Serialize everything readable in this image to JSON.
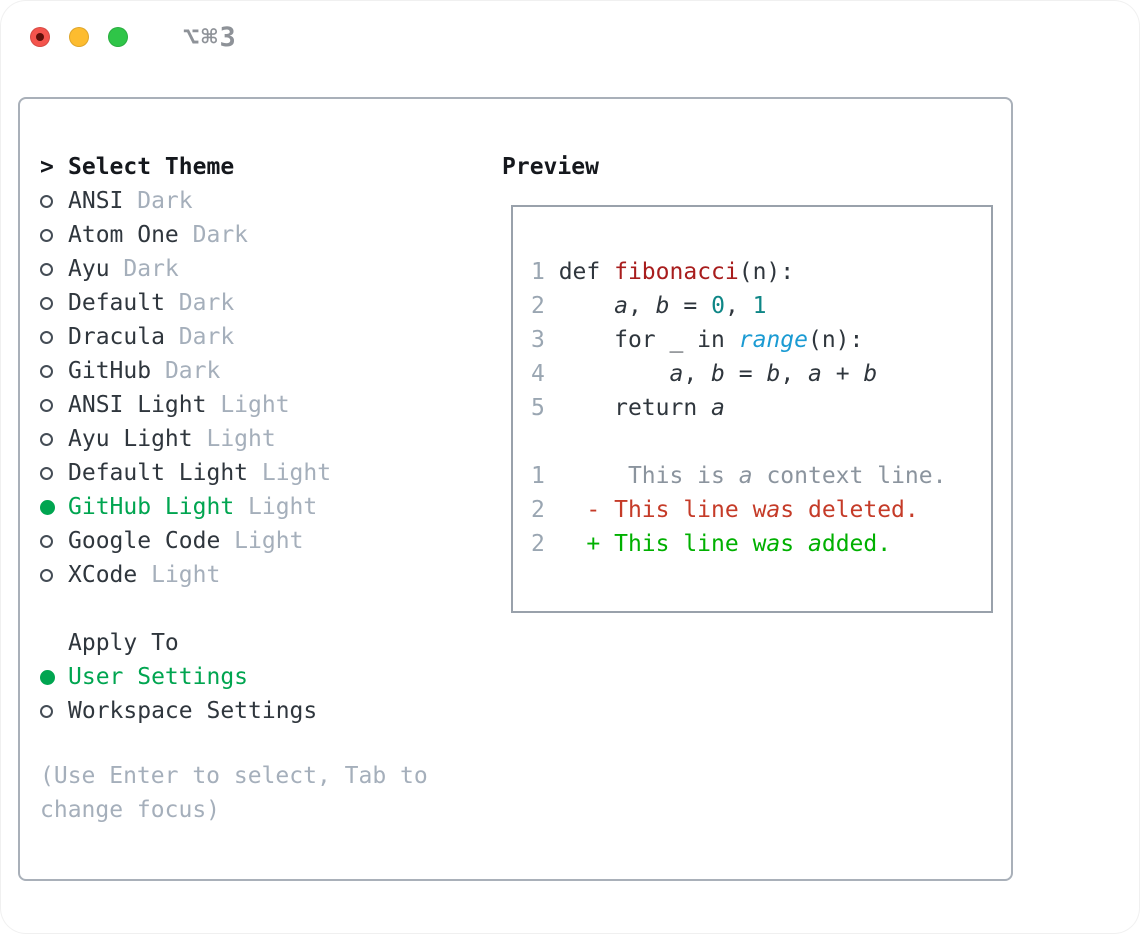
{
  "window": {
    "shortcut": "⌥⌘3"
  },
  "traffic_lights": {
    "close_color": "#f4544d",
    "minimize_color": "#fdbc2f",
    "zoom_color": "#2fc548"
  },
  "colors": {
    "green_selected": "#00a550",
    "text_dark": "#2f363d",
    "text_muted": "#a5afbb",
    "panel_border": "#a9b0b9",
    "preview_border": "#99a1ab"
  },
  "segment_colors": {
    "lnum": "#9aa6b2",
    "code": "#2f363d",
    "func": "#a81d1d",
    "num": "#0e8686",
    "builtin": "#1b9bd3",
    "ctx": "#8b949e",
    "del": "#c53b28",
    "add": "#00b000"
  },
  "theme_panel": {
    "header": {
      "marker": ">",
      "label": "Select Theme"
    },
    "themes": [
      {
        "name": "ANSI",
        "tag": "Dark",
        "selected": false
      },
      {
        "name": "Atom One",
        "tag": "Dark",
        "selected": false
      },
      {
        "name": "Ayu",
        "tag": "Dark",
        "selected": false
      },
      {
        "name": "Default",
        "tag": "Dark",
        "selected": false
      },
      {
        "name": "Dracula",
        "tag": "Dark",
        "selected": false
      },
      {
        "name": "GitHub",
        "tag": "Dark",
        "selected": false
      },
      {
        "name": "ANSI Light",
        "tag": "Light",
        "selected": false
      },
      {
        "name": "Ayu Light",
        "tag": "Light",
        "selected": false
      },
      {
        "name": "Default Light",
        "tag": "Light",
        "selected": false
      },
      {
        "name": "GitHub Light",
        "tag": "Light",
        "selected": true
      },
      {
        "name": "Google Code",
        "tag": "Light",
        "selected": false
      },
      {
        "name": "XCode",
        "tag": "Light",
        "selected": false
      }
    ],
    "apply_to": {
      "label": "Apply To",
      "options": [
        {
          "label": "User Settings",
          "selected": true
        },
        {
          "label": "Workspace Settings",
          "selected": false
        }
      ]
    },
    "help_lines": [
      "(Use Enter to select, Tab to",
      "change focus)"
    ]
  },
  "preview": {
    "title": "Preview",
    "lines": [
      [
        {
          "t": "1",
          "c": "lnum"
        },
        {
          "t": " def ",
          "c": "code"
        },
        {
          "t": "fibonacci",
          "c": "func"
        },
        {
          "t": "(n):",
          "c": "code"
        }
      ],
      [
        {
          "t": "2",
          "c": "lnum"
        },
        {
          "t": "     ",
          "c": "code"
        },
        {
          "t": "a",
          "c": "code",
          "i": 1
        },
        {
          "t": ", ",
          "c": "code"
        },
        {
          "t": "b",
          "c": "code",
          "i": 1
        },
        {
          "t": " = ",
          "c": "code"
        },
        {
          "t": "0",
          "c": "num"
        },
        {
          "t": ", ",
          "c": "code"
        },
        {
          "t": "1",
          "c": "num"
        }
      ],
      [
        {
          "t": "3",
          "c": "lnum"
        },
        {
          "t": "     for _ in ",
          "c": "code"
        },
        {
          "t": "range",
          "c": "builtin",
          "i": 1
        },
        {
          "t": "(n):",
          "c": "code"
        }
      ],
      [
        {
          "t": "4",
          "c": "lnum"
        },
        {
          "t": "         ",
          "c": "code"
        },
        {
          "t": "a",
          "c": "code",
          "i": 1
        },
        {
          "t": ", ",
          "c": "code"
        },
        {
          "t": "b",
          "c": "code",
          "i": 1
        },
        {
          "t": " = ",
          "c": "code"
        },
        {
          "t": "b",
          "c": "code",
          "i": 1
        },
        {
          "t": ", ",
          "c": "code"
        },
        {
          "t": "a",
          "c": "code",
          "i": 1
        },
        {
          "t": " + ",
          "c": "code"
        },
        {
          "t": "b",
          "c": "code",
          "i": 1
        }
      ],
      [
        {
          "t": "5",
          "c": "lnum"
        },
        {
          "t": "     return ",
          "c": "code"
        },
        {
          "t": "a",
          "c": "code",
          "i": 1
        }
      ],
      [],
      [
        {
          "t": "1",
          "c": "lnum"
        },
        {
          "t": "      This is ",
          "c": "ctx"
        },
        {
          "t": "a",
          "c": "ctx",
          "i": 1
        },
        {
          "t": " context line.",
          "c": "ctx"
        }
      ],
      [
        {
          "t": "2",
          "c": "lnum"
        },
        {
          "t": "   ",
          "c": "code"
        },
        {
          "t": "- This line w",
          "c": "del"
        },
        {
          "t": "a",
          "c": "del",
          "i": 1
        },
        {
          "t": "s deleted.",
          "c": "del"
        }
      ],
      [
        {
          "t": "2",
          "c": "lnum"
        },
        {
          "t": "   ",
          "c": "code"
        },
        {
          "t": "+ This line w",
          "c": "add"
        },
        {
          "t": "a",
          "c": "add",
          "i": 1
        },
        {
          "t": "s ",
          "c": "add"
        },
        {
          "t": "a",
          "c": "add",
          "i": 1
        },
        {
          "t": "dded.",
          "c": "add"
        }
      ]
    ]
  }
}
